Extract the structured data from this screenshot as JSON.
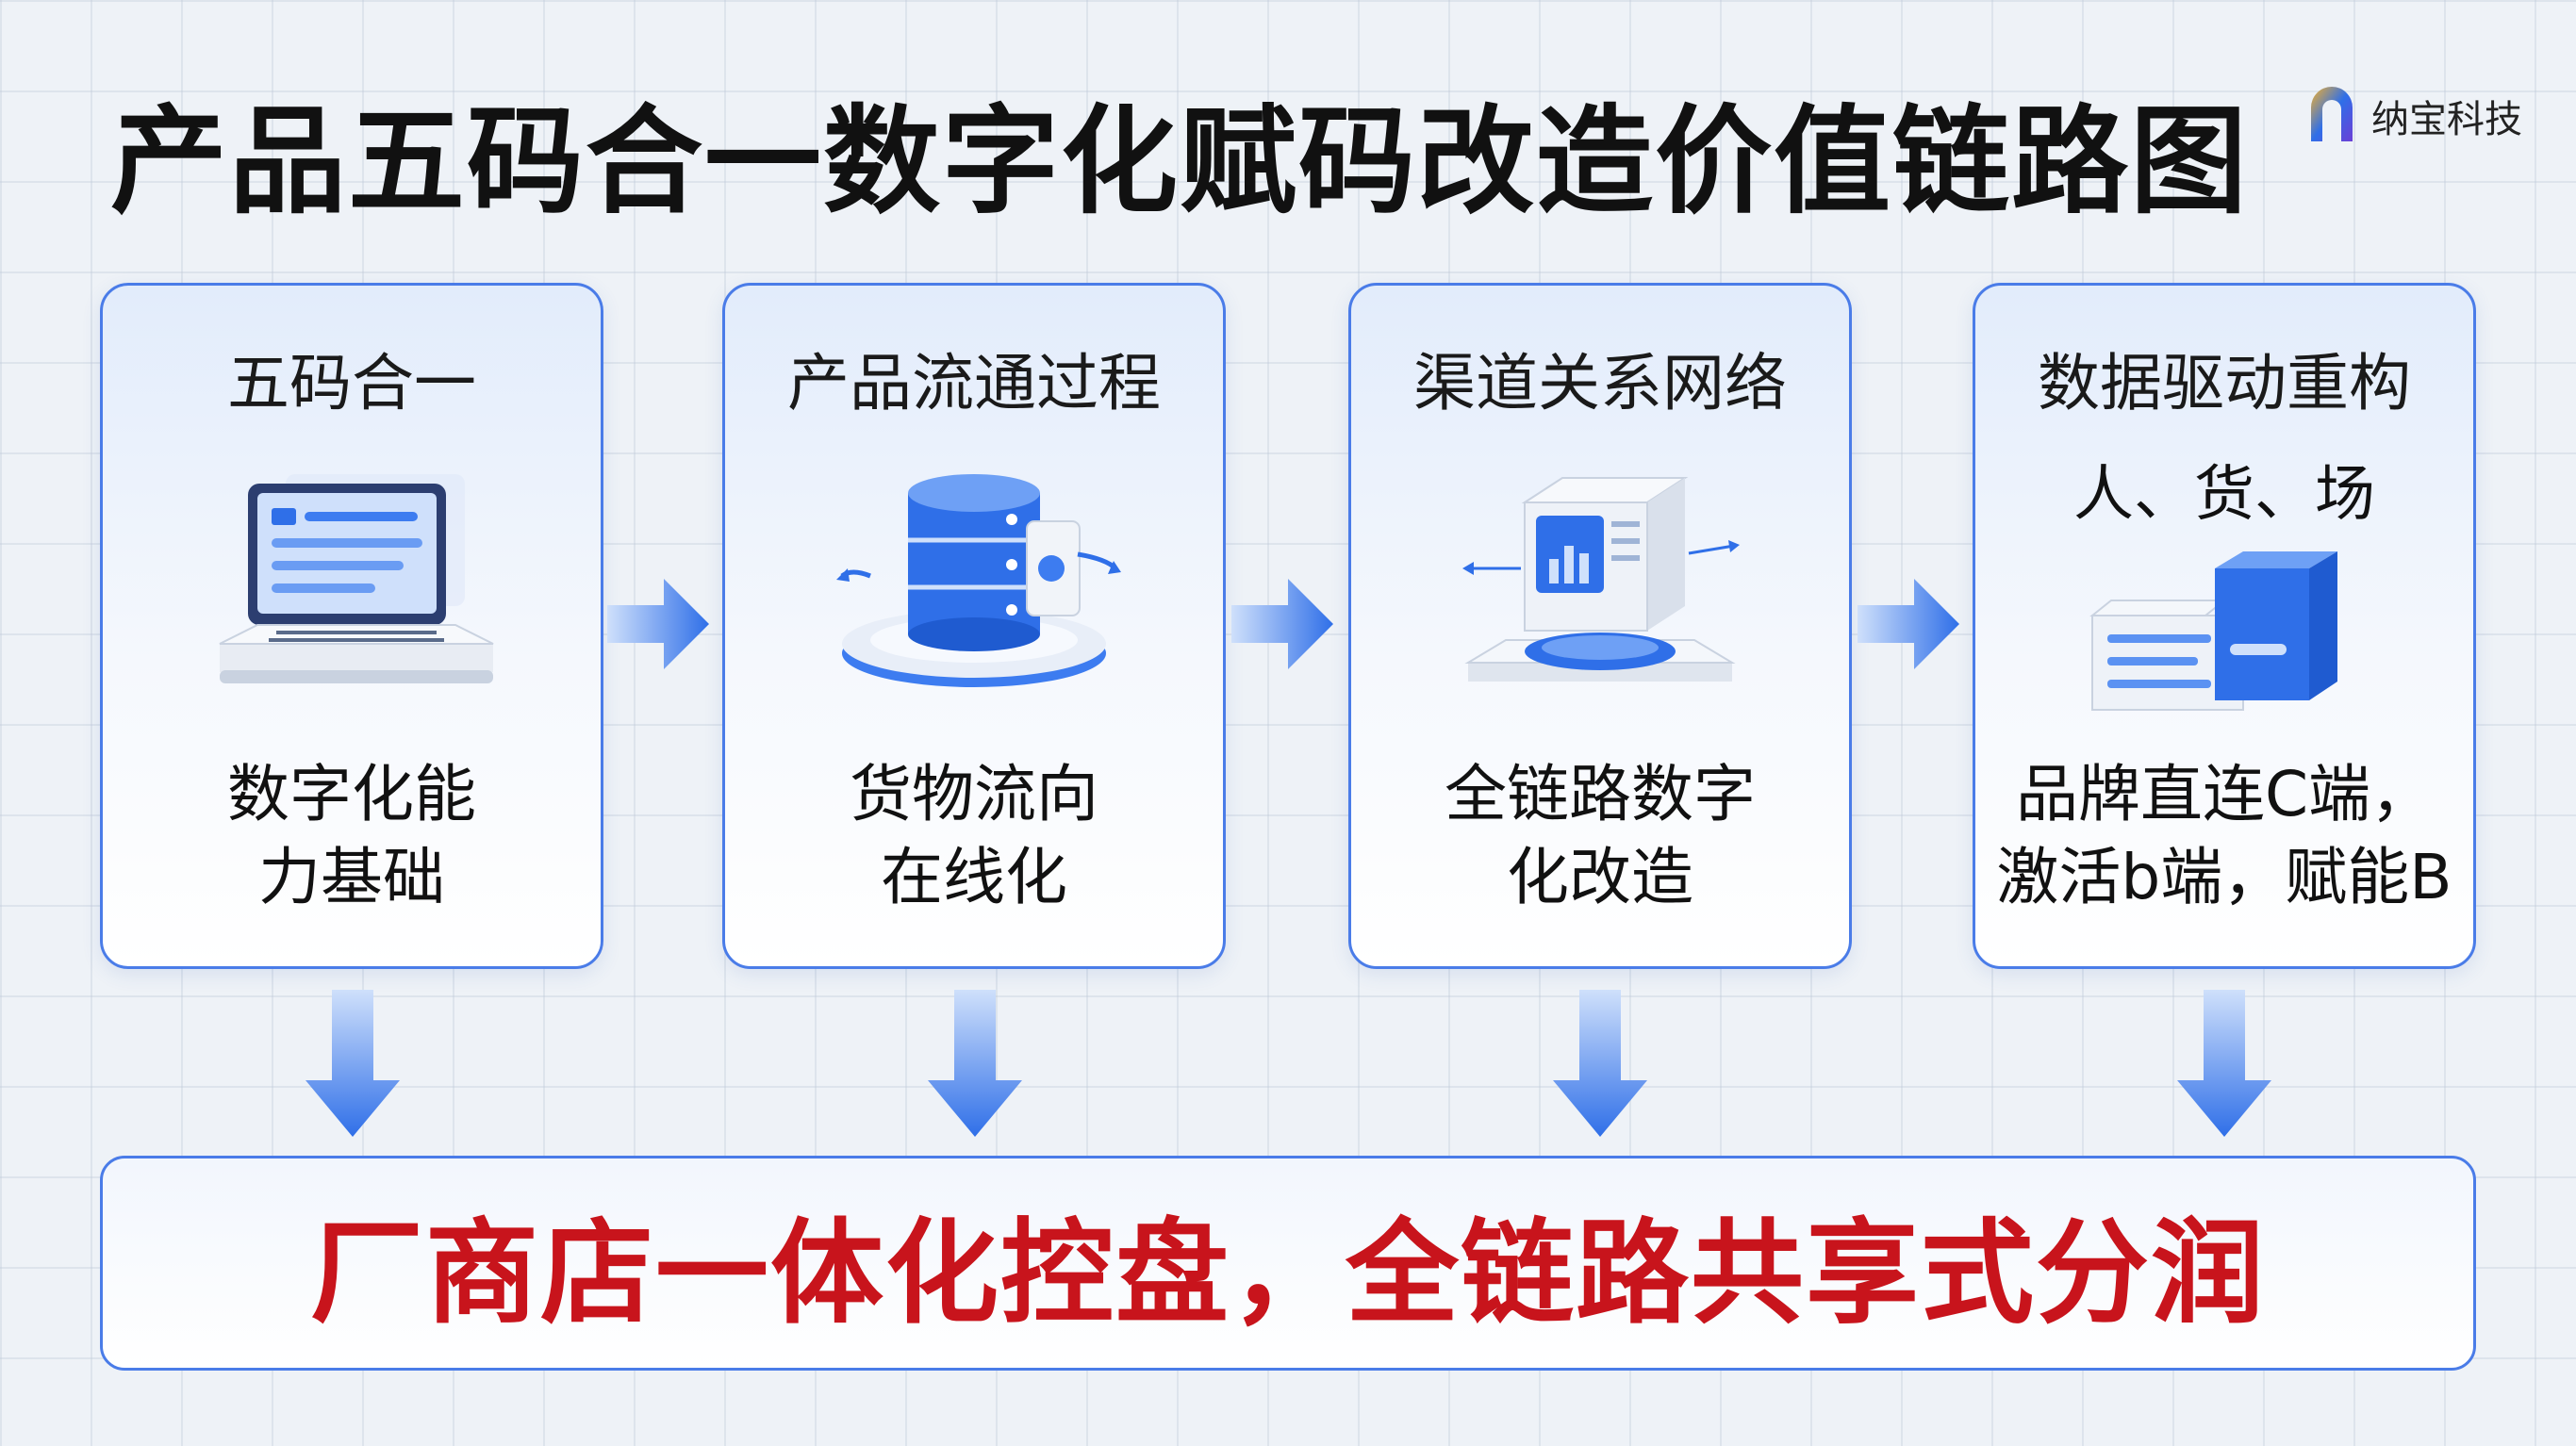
{
  "title": "产品五码合一数字化赋码改造价值链路图",
  "logo": {
    "text": "纳宝科技",
    "icon": "brand-logo-icon"
  },
  "colors": {
    "border": "#4a7ce8",
    "arrow": "#2f6fe8",
    "highlight": "#c8141c"
  },
  "cards": [
    {
      "title": "五码合一",
      "icon": "laptop-icon",
      "desc": [
        "数字化能",
        "力基础"
      ]
    },
    {
      "title": "产品流通过程",
      "icon": "database-flow-icon",
      "desc": [
        "货物流向",
        "在线化"
      ]
    },
    {
      "title": "渠道关系网络",
      "icon": "server-network-icon",
      "desc": [
        "全链路数字",
        "化改造"
      ]
    },
    {
      "title": "数据驱动重构",
      "subtitle": "人、货、场",
      "icon": "data-blocks-icon",
      "desc": [
        "品牌直连C端，",
        "激活b端，赋能B"
      ]
    }
  ],
  "conclusion": "厂商店一体化控盘，全链路共享式分润"
}
